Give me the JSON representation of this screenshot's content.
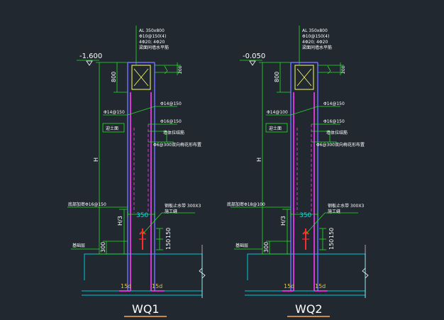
{
  "colors": {
    "background": "#212830",
    "wall": "#6f6cff",
    "rebar_vertical": "#ff3cff",
    "dimension": "#22e022",
    "ground": "#00c8d8",
    "stirrup": "#ff2a2a",
    "title_underline": "#c88a4a"
  },
  "details": [
    {
      "title": "WQ1",
      "beam_note": [
        "AL 350x800",
        "Φ10@150(4)",
        "4Φ20; 4Φ20",
        "梁面同墙水平筋"
      ],
      "level": "-1.600",
      "dim_beam": "800",
      "dim_top_right": "200",
      "rebar_left": "Φ14@150",
      "rebar_right_1": "Φ14@150",
      "rebar_right_2": "Φ16@150",
      "tie_note": "墙体拉结筋",
      "tie_detail": "Φ6@300双向梅花形布置",
      "wall_tag": "迎土面",
      "height_label": "H",
      "third_label": "H/3",
      "dim_width": "350",
      "bottom_note": "底部加密Φ16@150",
      "waterstop": [
        "钢板止水带 300X3",
        "施工缝"
      ],
      "dim_150a": "150",
      "dim_150b": "150",
      "dim_300": "300",
      "fill_label": "基础层",
      "anchor_left": "15d",
      "anchor_right": "15d"
    },
    {
      "title": "WQ2",
      "beam_note": [
        "AL 350x800",
        "Φ10@150(4)",
        "4Φ20; 4Φ20",
        "梁面同墙水平筋"
      ],
      "level": "-0.050",
      "dim_beam": "800",
      "dim_top_right": "200",
      "rebar_left": "Φ14@100",
      "rebar_right_1": "Φ14@150",
      "rebar_right_2": "Φ16@150",
      "tie_note": "墙体拉结筋",
      "tie_detail": "Φ6@300双向梅花形布置",
      "wall_tag": "迎土面",
      "height_label": "H",
      "third_label": "H/3",
      "dim_width": "350",
      "bottom_note": "底部加密Φ18@100",
      "waterstop": [
        "钢板止水带 300X3",
        "施工缝"
      ],
      "dim_150a": "150",
      "dim_150b": "150",
      "dim_300": "300",
      "fill_label": "基础层",
      "anchor_left": "15d",
      "anchor_right": "15d"
    }
  ]
}
